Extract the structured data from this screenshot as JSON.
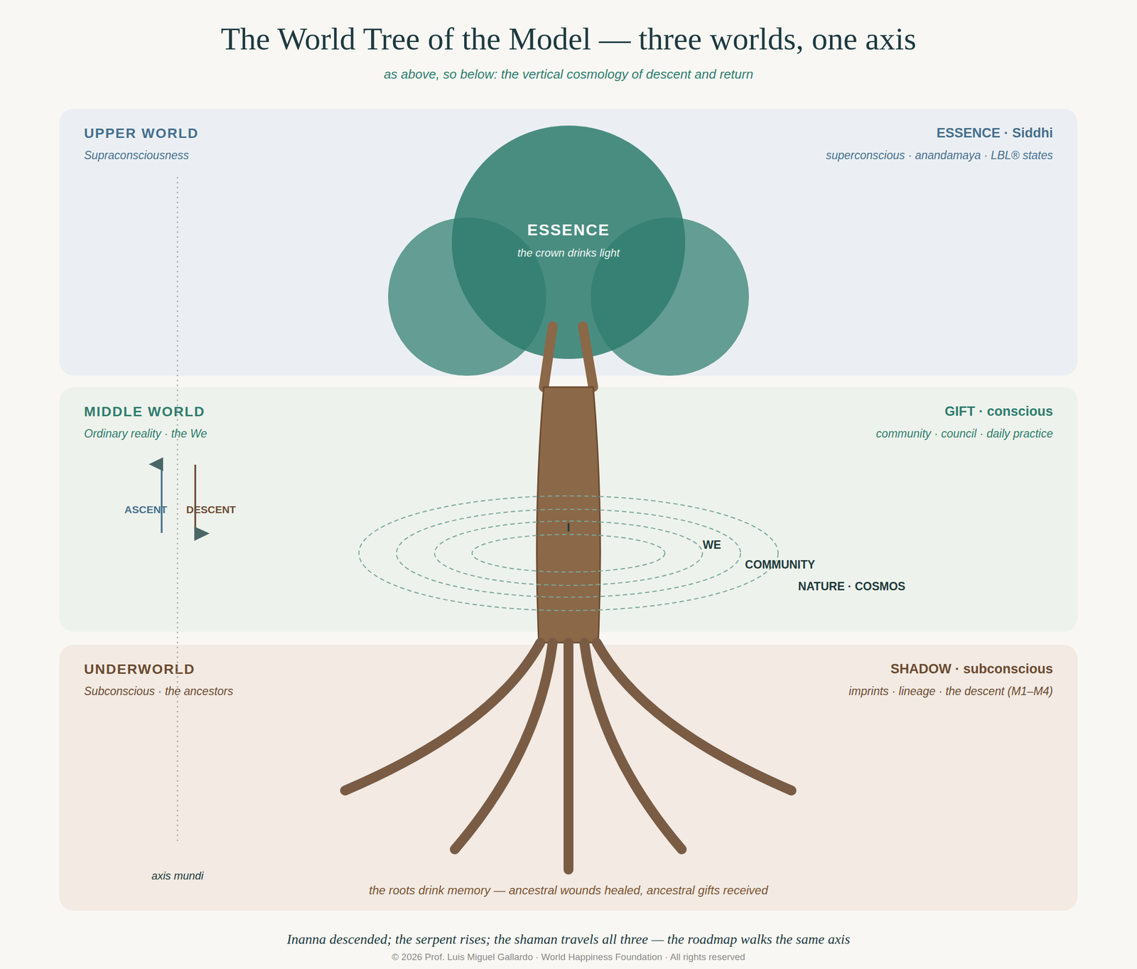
{
  "diagram": {
    "title": "The World Tree of the Model — three worlds, one axis",
    "caption": "Inanna descended; the serpent rises; the shaman travels all three — the roadmap walks the same axis",
    "nodes": [
      {
        "text": [
          "UPPER WORLD",
          "Supraconsciousness",
          "ESSENCE · Siddhi",
          "superconscious · anandamaya · LBL® states"
        ]
      },
      {
        "text": [
          "ESSENCE",
          "the crown drinks light"
        ],
        "in": 0
      },
      {
        "text": [
          "MIDDLE WORLD",
          "Ordinary reality · the We",
          "GIFT · conscious",
          "community · council · daily practice"
        ]
      },
      {
        "text": [
          "UNDERWORLD",
          "Subconscious · the ancestors",
          "SHADOW · subconscious",
          "imprints · lineage · the descent (M1–M4)"
        ]
      }
    ],
    "labels": [
      "as above, so below: the vertical cosmology of descent and return",
      "I",
      "WE",
      "COMMUNITY",
      "NATURE · COSMOS",
      "ASCENT",
      "DESCENT",
      "axis mundi",
      "the roots drink memory — ancestral wounds healed, ancestral gifts received",
      "© 2026 Prof. Luis Miguel Gallardo · World Happiness Foundation · All rights reserved"
    ]
  }
}
